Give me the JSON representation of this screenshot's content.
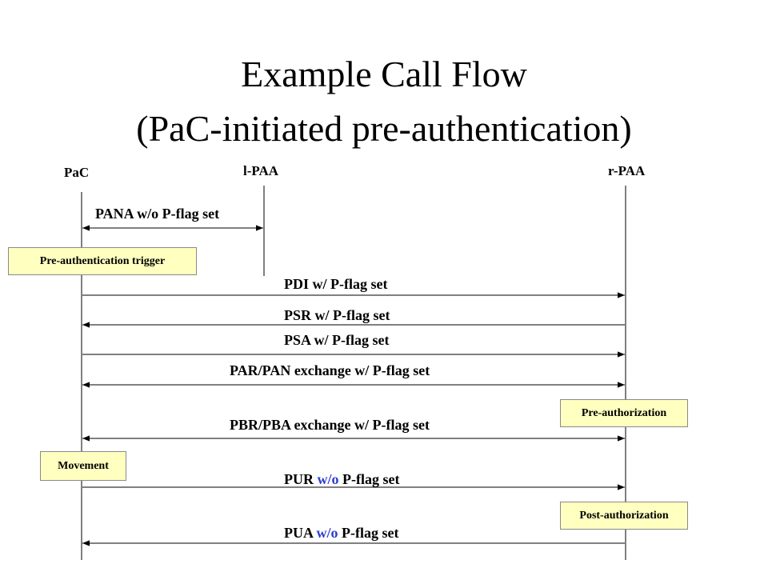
{
  "title": {
    "line1": "Example Call Flow",
    "line2": "(PaC-initiated pre-authentication)"
  },
  "actors": {
    "pac": "PaC",
    "l_paa": "l-PAA",
    "r_paa": "r-PAA"
  },
  "messages": {
    "pana": "PANA w/o P-flag set",
    "pdi": "PDI w/ P-flag set",
    "psr": "PSR w/ P-flag set",
    "psa": "PSA w/ P-flag set",
    "par_pan": "PAR/PAN exchange w/ P-flag set",
    "pbr_pba": "PBR/PBA exchange w/ P-flag set",
    "pur_prefix": "PUR ",
    "pur_highlight": "w/o",
    "pur_suffix": " P-flag set",
    "pua_prefix": "PUA ",
    "pua_highlight": "w/o",
    "pua_suffix": " P-flag set"
  },
  "notes": {
    "pre_auth_trigger": "Pre-authentication trigger",
    "pre_authorization": "Pre-authorization",
    "movement": "Movement",
    "post_authorization": "Post-authorization"
  },
  "colors": {
    "highlight": "#2b3fcf",
    "note_fill": "#ffffc0"
  }
}
